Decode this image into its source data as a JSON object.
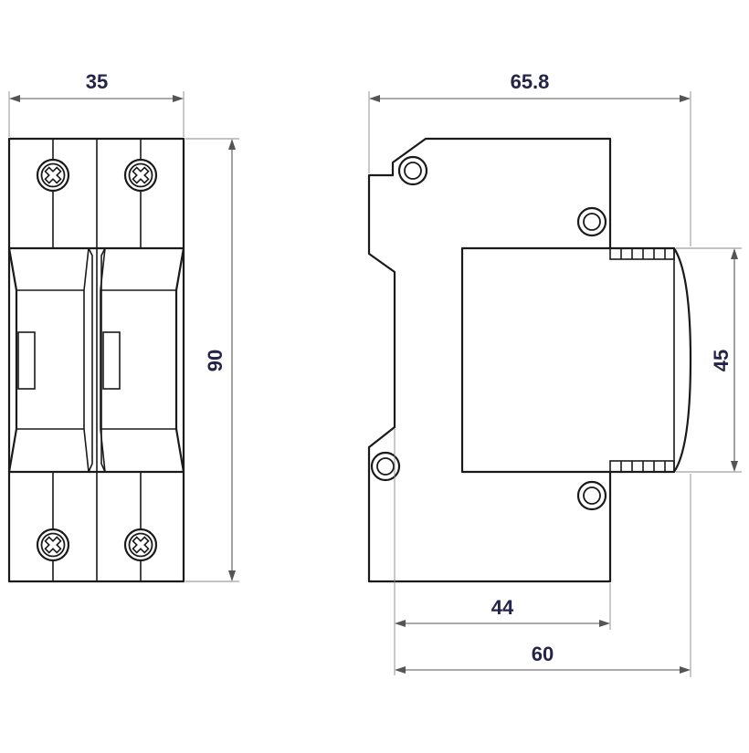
{
  "front_view": {
    "width_label": "35",
    "height_label": "90"
  },
  "side_view": {
    "depth_label": "65.8",
    "body_height_label": "45",
    "rail_depth_label": "44",
    "body_depth_label": "60"
  },
  "colors": {
    "outline": "#1a1a1a",
    "dimension_text": "#24244a",
    "dimension_line": "#555555"
  }
}
